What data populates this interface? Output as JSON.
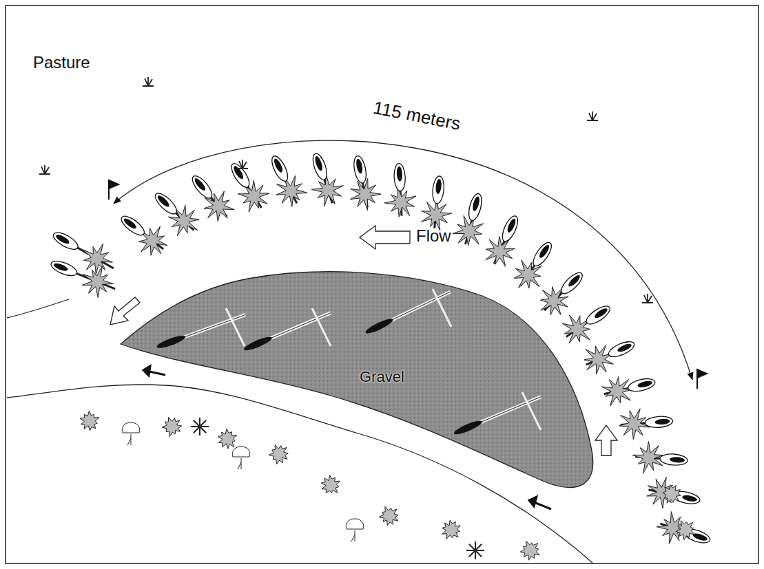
{
  "diagram": {
    "labels": [
      "Pasture",
      "115 meters",
      "Flow",
      "Gravel"
    ]
  }
}
